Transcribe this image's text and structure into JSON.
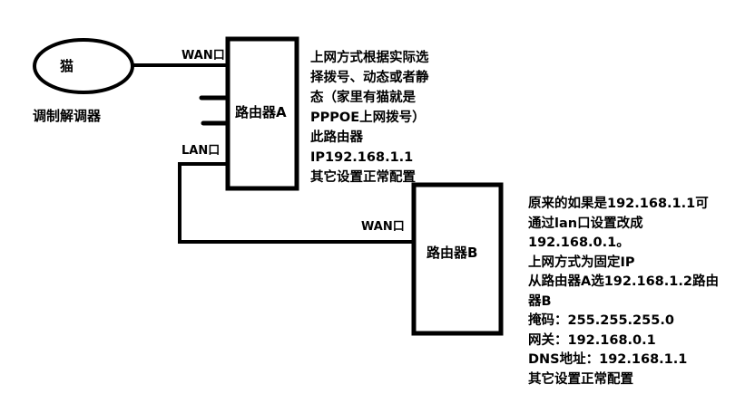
{
  "modem": {
    "label": "猫",
    "caption": "调制解调器"
  },
  "router_a": {
    "label": "路由器A",
    "wan_label": "WAN口",
    "lan_label": "LAN口",
    "notes": [
      "上网方式根据实际选",
      "择拨号、动态或者静",
      "态（家里有猫就是",
      "PPPOE上网拨号）",
      "此路由器",
      "IP192.168.1.1",
      "其它设置正常配置"
    ]
  },
  "router_b": {
    "label": "路由器B",
    "wan_label": "WAN口",
    "notes": [
      "原来的如果是192.168.1.1可",
      "通过lan口设置改成",
      "192.168.0.1。",
      "上网方式为固定IP",
      "从路由器A选192.168.1.2路由",
      "器B",
      "掩码：255.255.255.0",
      "网关：192.168.0.1",
      "DNS地址：192.168.1.1",
      "其它设置正常配置"
    ]
  }
}
